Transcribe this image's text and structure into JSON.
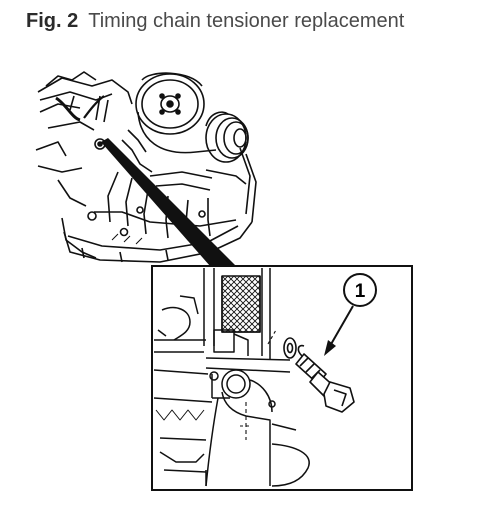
{
  "figure": {
    "label": "Fig. 2",
    "title": "Timing chain tensioner replacement"
  },
  "callout": {
    "number": "1"
  }
}
